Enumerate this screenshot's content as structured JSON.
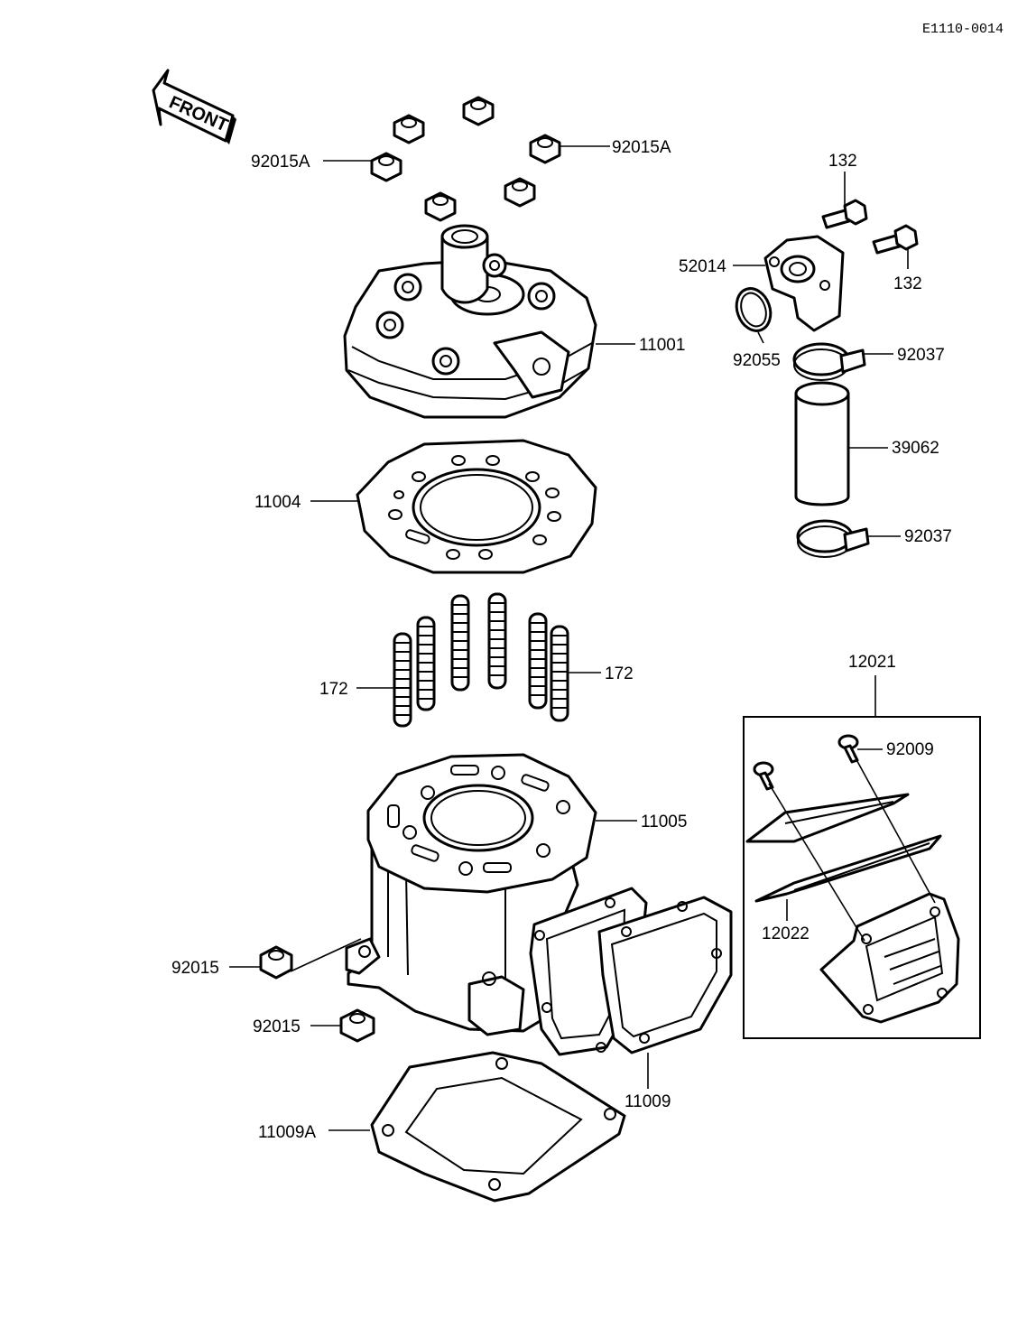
{
  "document_code": "E1110-0014",
  "front_arrow": {
    "text": "FRONT"
  },
  "labels": {
    "head_nut_left": "92015A",
    "head_nut_right": "92015A",
    "cylinder_head": "11001",
    "head_gasket": "11004",
    "stud_left": "172",
    "stud_right": "172",
    "cylinder": "11005",
    "cyl_nut_upper": "92015",
    "cyl_nut_lower": "92015",
    "reed_gasket": "11009",
    "base_gasket": "11009A",
    "bolt_top": "132",
    "bolt_right": "132",
    "water_pipe": "52014",
    "o_ring": "92055",
    "clamp_upper": "92037",
    "hose": "39062",
    "clamp_lower": "92037",
    "reed_valve_assy": "12021",
    "reed_screw": "92009",
    "reed_petal": "12022"
  }
}
